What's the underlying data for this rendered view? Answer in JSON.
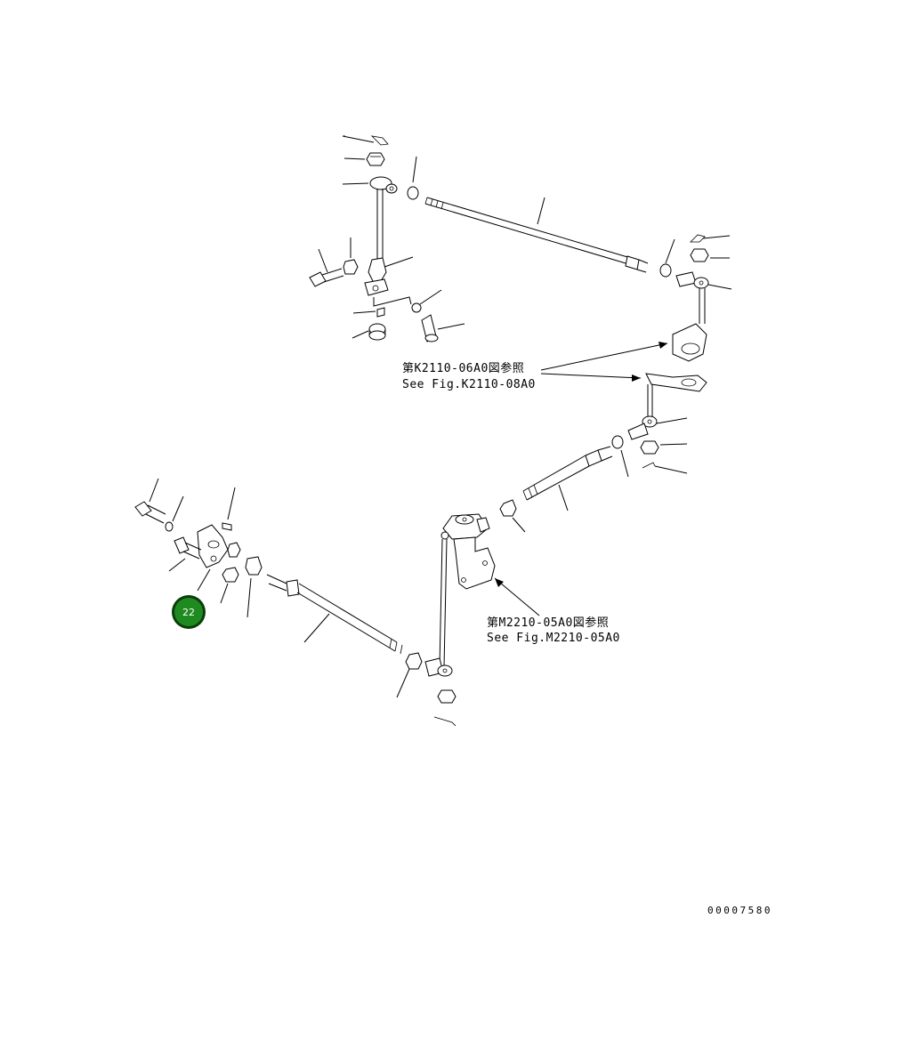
{
  "references": {
    "upper": {
      "jp": "第K2110-06A0図参照",
      "en": "See Fig.K2110-08A0"
    },
    "lower": {
      "jp": "第M2210-05A0図参照",
      "en": "See Fig.M2210-05A0"
    }
  },
  "hotspot": {
    "label": "22",
    "color": "#1f8a1f",
    "ring_color": "#0b3d0b"
  },
  "document_number": "00007580"
}
